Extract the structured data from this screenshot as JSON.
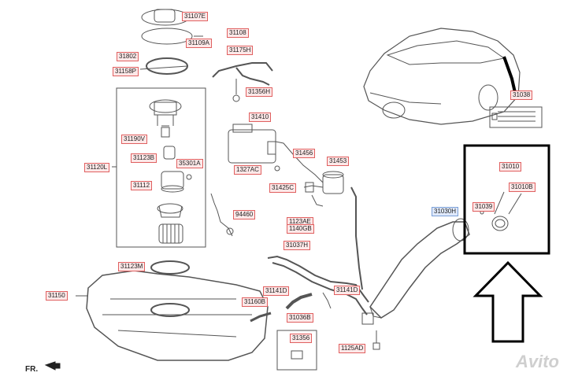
{
  "labels": {
    "p31107E": "31107E",
    "p31108": "31108",
    "p31109A": "31109A",
    "p31802": "31802",
    "p31158P": "31158P",
    "p31175H": "31175H",
    "p31356H": "31356H",
    "p31410": "31410",
    "p31190V": "31190V",
    "p31123B": "31123B",
    "p35301A": "35301A",
    "p31120L": "31120L",
    "p31112": "31112",
    "p94460": "94460",
    "p31456": "31456",
    "p1327AC": "1327AC",
    "p31453": "31453",
    "p31425C": "31425C",
    "p1123AE": "1123AE",
    "p1140GB": "1140GB",
    "p31038": "31038",
    "p31010": "31010",
    "p31010B": "31010B",
    "p31030H": "31030H",
    "p31039": "31039",
    "p31037H": "31037H",
    "p31123M": "31123M",
    "p31150": "31150",
    "p31141D_a": "31141D",
    "p31160B": "31160B",
    "p31036B": "31036B",
    "p31141D_b": "31141D",
    "p31356": "31356",
    "p1125AD": "1125AD"
  },
  "direction_label": "FR.",
  "watermark": "Avito",
  "colors": {
    "label_border": "#e06060",
    "label_fill": "#fde8e8",
    "highlight_label_fill": "#dfe9fb",
    "callout_box": "#000000",
    "line": "#555555"
  }
}
